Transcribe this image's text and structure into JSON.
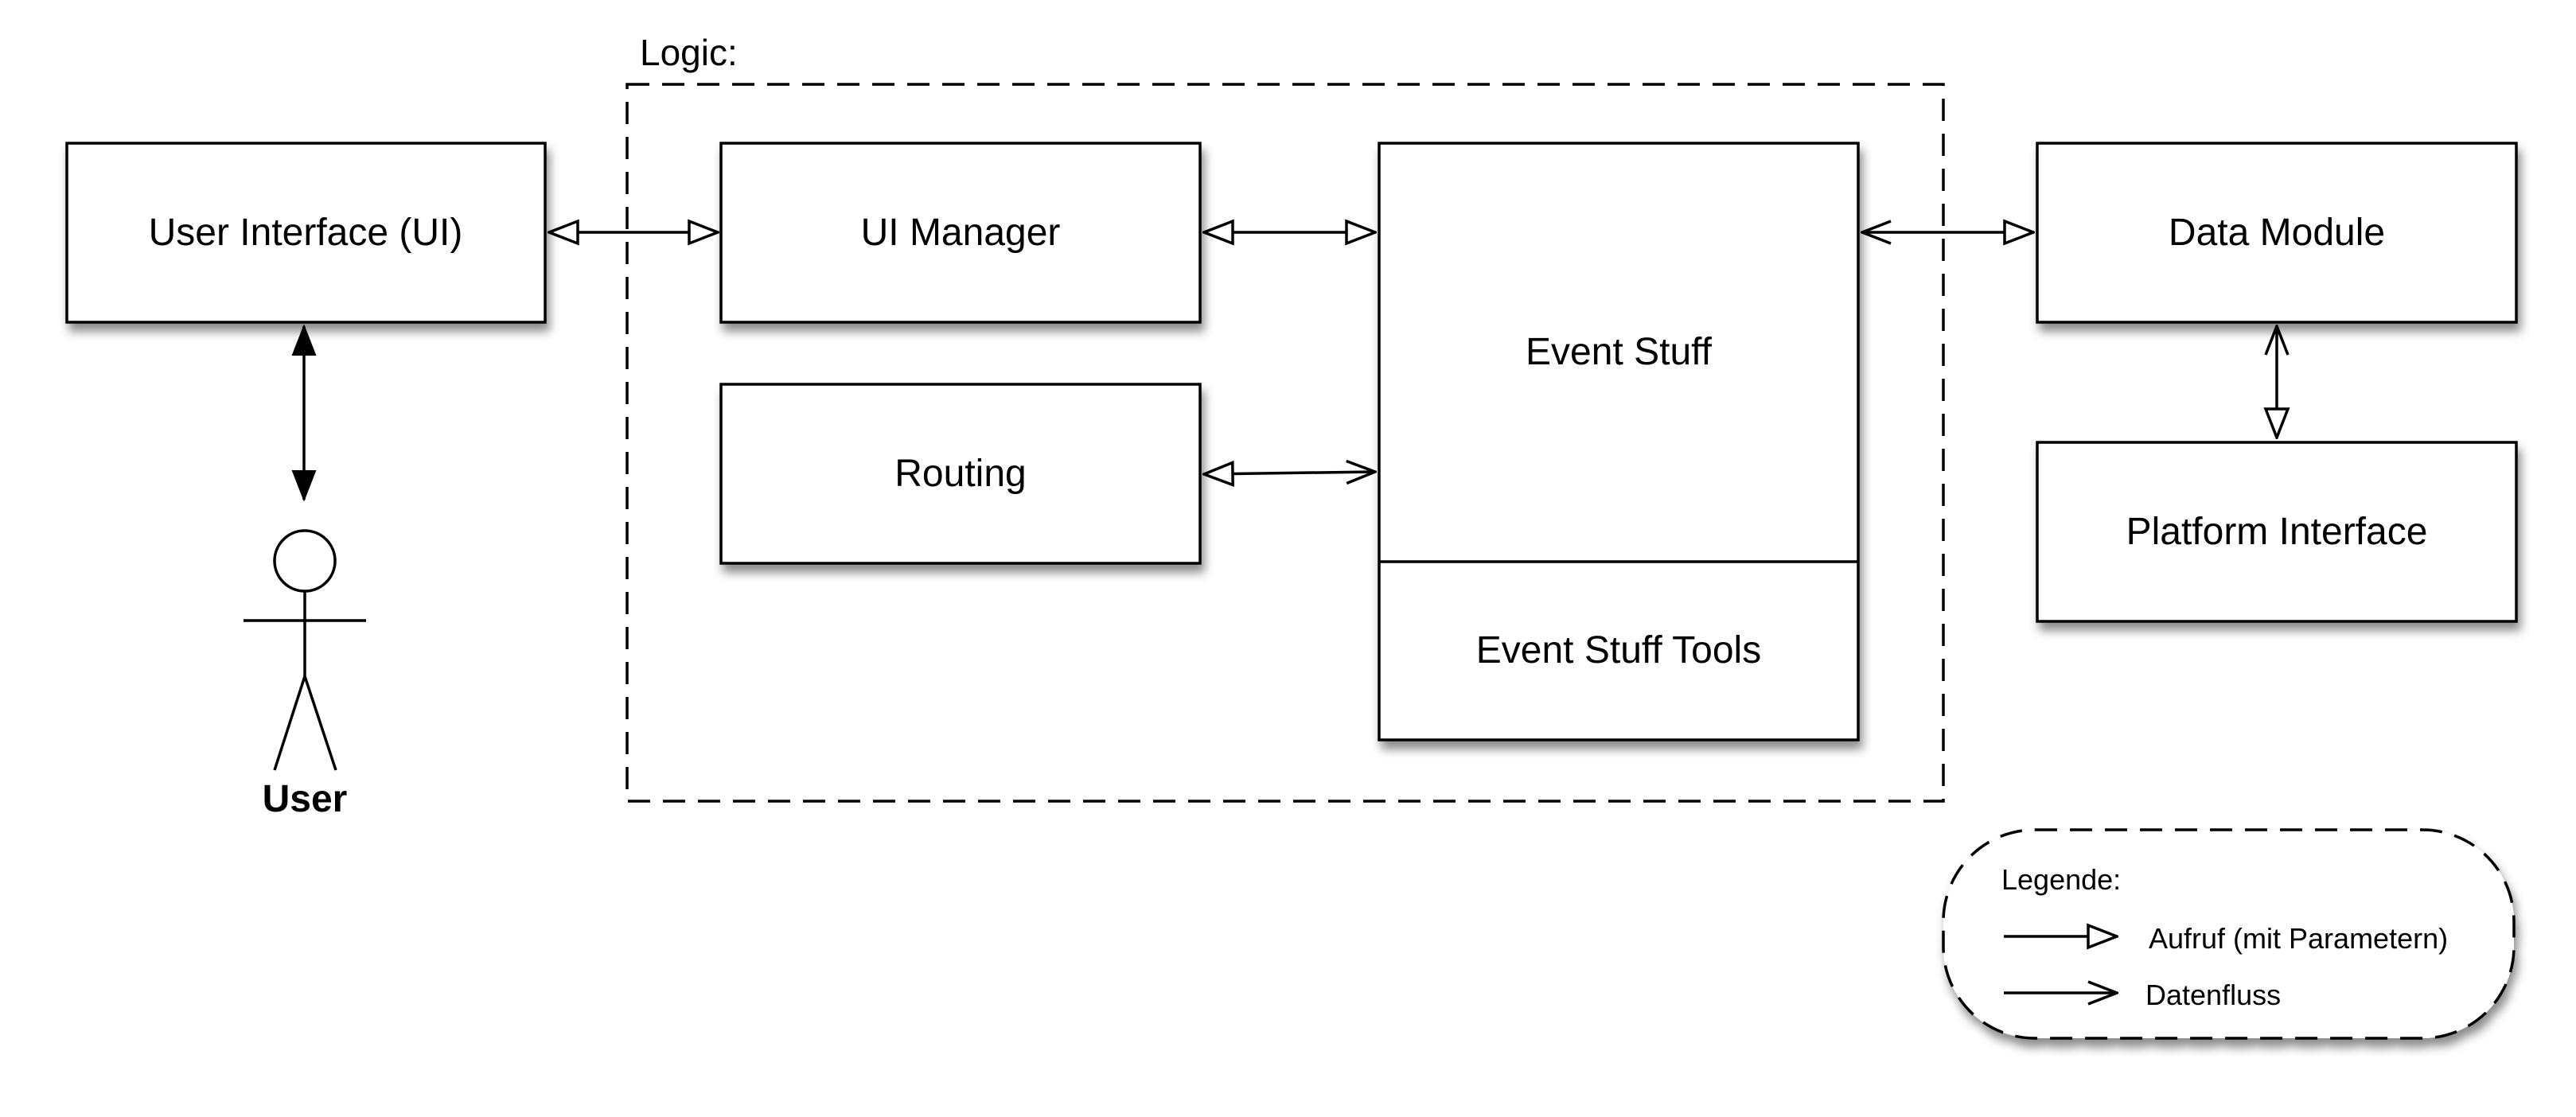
{
  "logic_group": {
    "label": "Logic:"
  },
  "boxes": {
    "user_interface": "User Interface (UI)",
    "ui_manager": "UI Manager",
    "routing": "Routing",
    "event_stuff": "Event Stuff",
    "event_stuff_tools": "Event Stuff Tools",
    "data_module": "Data Module",
    "platform_interface": "Platform Interface"
  },
  "actor": {
    "label": "User"
  },
  "legend": {
    "title": "Legende:",
    "items": [
      {
        "label": "Aufruf (mit Parametern)",
        "arrow": "hollow-triangle"
      },
      {
        "label": "Datenfluss",
        "arrow": "open-v"
      }
    ]
  },
  "colors": {
    "stroke": "#000000",
    "fill": "#ffffff",
    "shadow": "#888888"
  }
}
